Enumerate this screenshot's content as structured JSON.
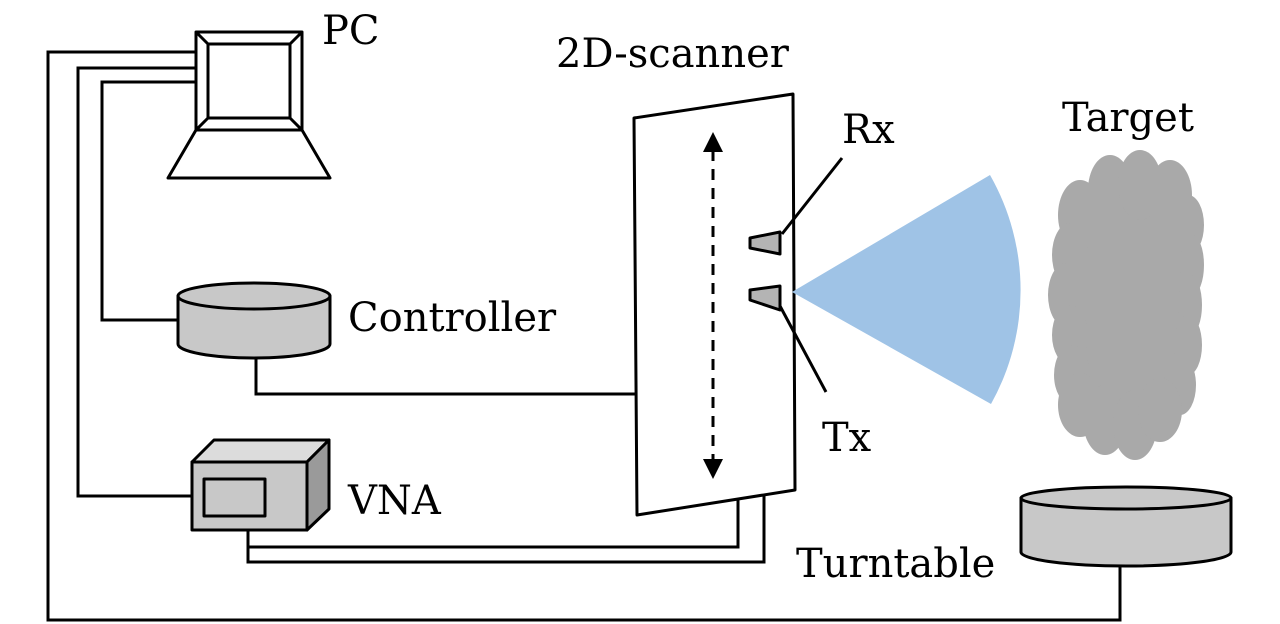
{
  "labels": {
    "pc": "PC",
    "scanner": "2D-scanner",
    "rx": "Rx",
    "tx": "Tx",
    "target": "Target",
    "controller": "Controller",
    "vna": "VNA",
    "turntable": "Turntable"
  },
  "colors": {
    "line": "#000000",
    "device_fill": "#c8c8c8",
    "device_side": "#9a9a9a",
    "beam": "#9fc3e6",
    "target": "#a9a9a9",
    "background": "#ffffff"
  },
  "icons": {
    "pc": "laptop-icon",
    "controller": "cylinder-device-icon",
    "vna": "box-device-icon",
    "turntable": "cylinder-device-icon",
    "antenna": "horn-antenna-icon",
    "target": "cloud-shape-icon",
    "beam": "radiation-sector-icon",
    "scan_axis": "double-arrow-icon"
  }
}
